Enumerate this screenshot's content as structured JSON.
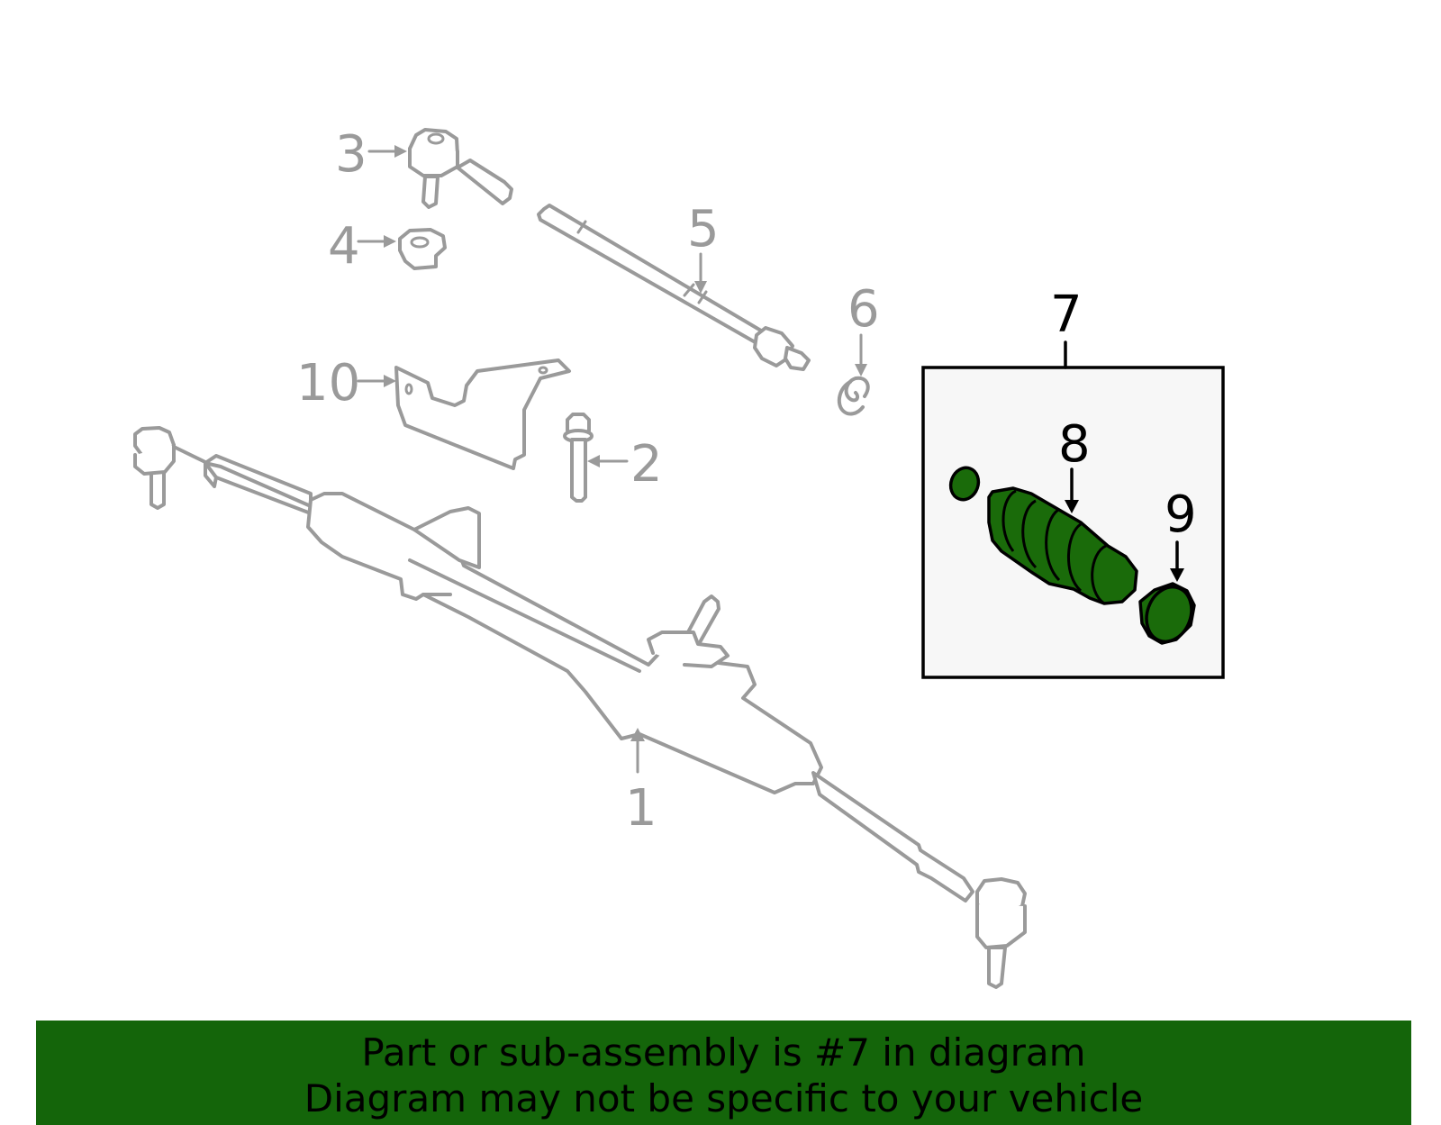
{
  "callouts": {
    "c1": "1",
    "c2": "2",
    "c3": "3",
    "c4": "4",
    "c5": "5",
    "c6": "6",
    "c7": "7",
    "c8": "8",
    "c9": "9",
    "c10": "10"
  },
  "highlight": {
    "part_number": "7",
    "color": "#1a6b0a",
    "box_fill": "#f7f7f7"
  },
  "banner": {
    "line1": "Part or sub-assembly is #7 in diagram",
    "line2": "Diagram may not be specific to your vehicle",
    "background": "#14650a"
  }
}
